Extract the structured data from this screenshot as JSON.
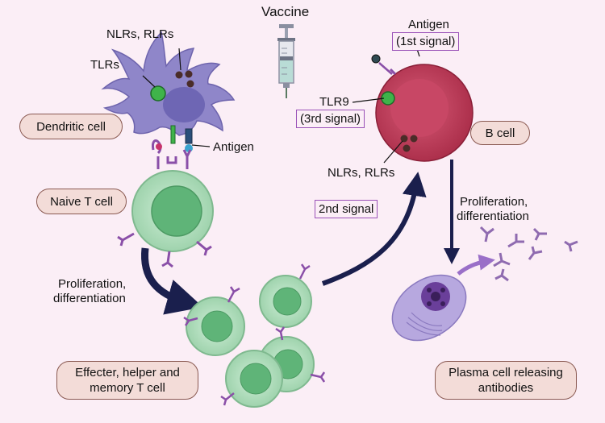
{
  "title": "Vaccine",
  "labels": {
    "nlrs_top": "NLRs, RLRs",
    "tlrs": "TLRs",
    "antigen_dc": "Antigen",
    "antigen_b": "Antigen",
    "first_signal": "(1st signal)",
    "tlr9": "TLR9",
    "third_signal": "(3rd signal)",
    "nlrs_b": "NLRs, RLRs",
    "second_signal": "2nd signal",
    "prolif_left_1": "Proliferation,",
    "prolif_left_2": "differentiation",
    "prolif_right_1": "Proliferation,",
    "prolif_right_2": "differentiation"
  },
  "pills": {
    "dendritic": "Dendritic cell",
    "naive": "Naive T cell",
    "bcell": "B cell",
    "effector_1": "Effecter, helper and",
    "effector_2": "memory T cell",
    "plasma_1": "Plasma cell releasing",
    "plasma_2": "antibodies"
  },
  "colors": {
    "background": "#fbeef6",
    "dc_body": "#8f86c9",
    "t_cell": "#a8d8b4",
    "b_cell": "#c2435f",
    "plasma": "#b7a8df",
    "antibody": "#8f6bb0",
    "arrow": "#1a1f4d"
  }
}
